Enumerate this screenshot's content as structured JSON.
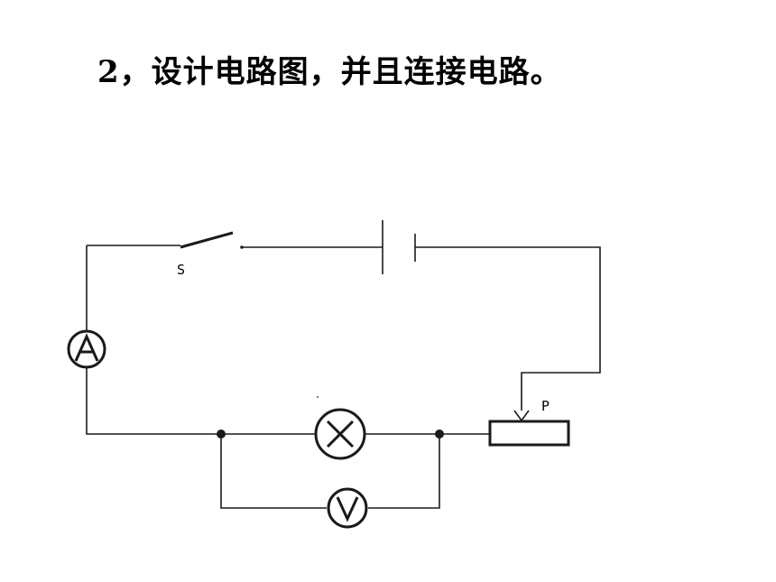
{
  "title": "2，设计电路图，并且连接电路。",
  "labels": {
    "switch": "S",
    "rheostat_slider": "P",
    "ammeter": "A",
    "voltmeter": "V"
  },
  "colors": {
    "wire": "#1a1a1a",
    "background": "#ffffff"
  }
}
